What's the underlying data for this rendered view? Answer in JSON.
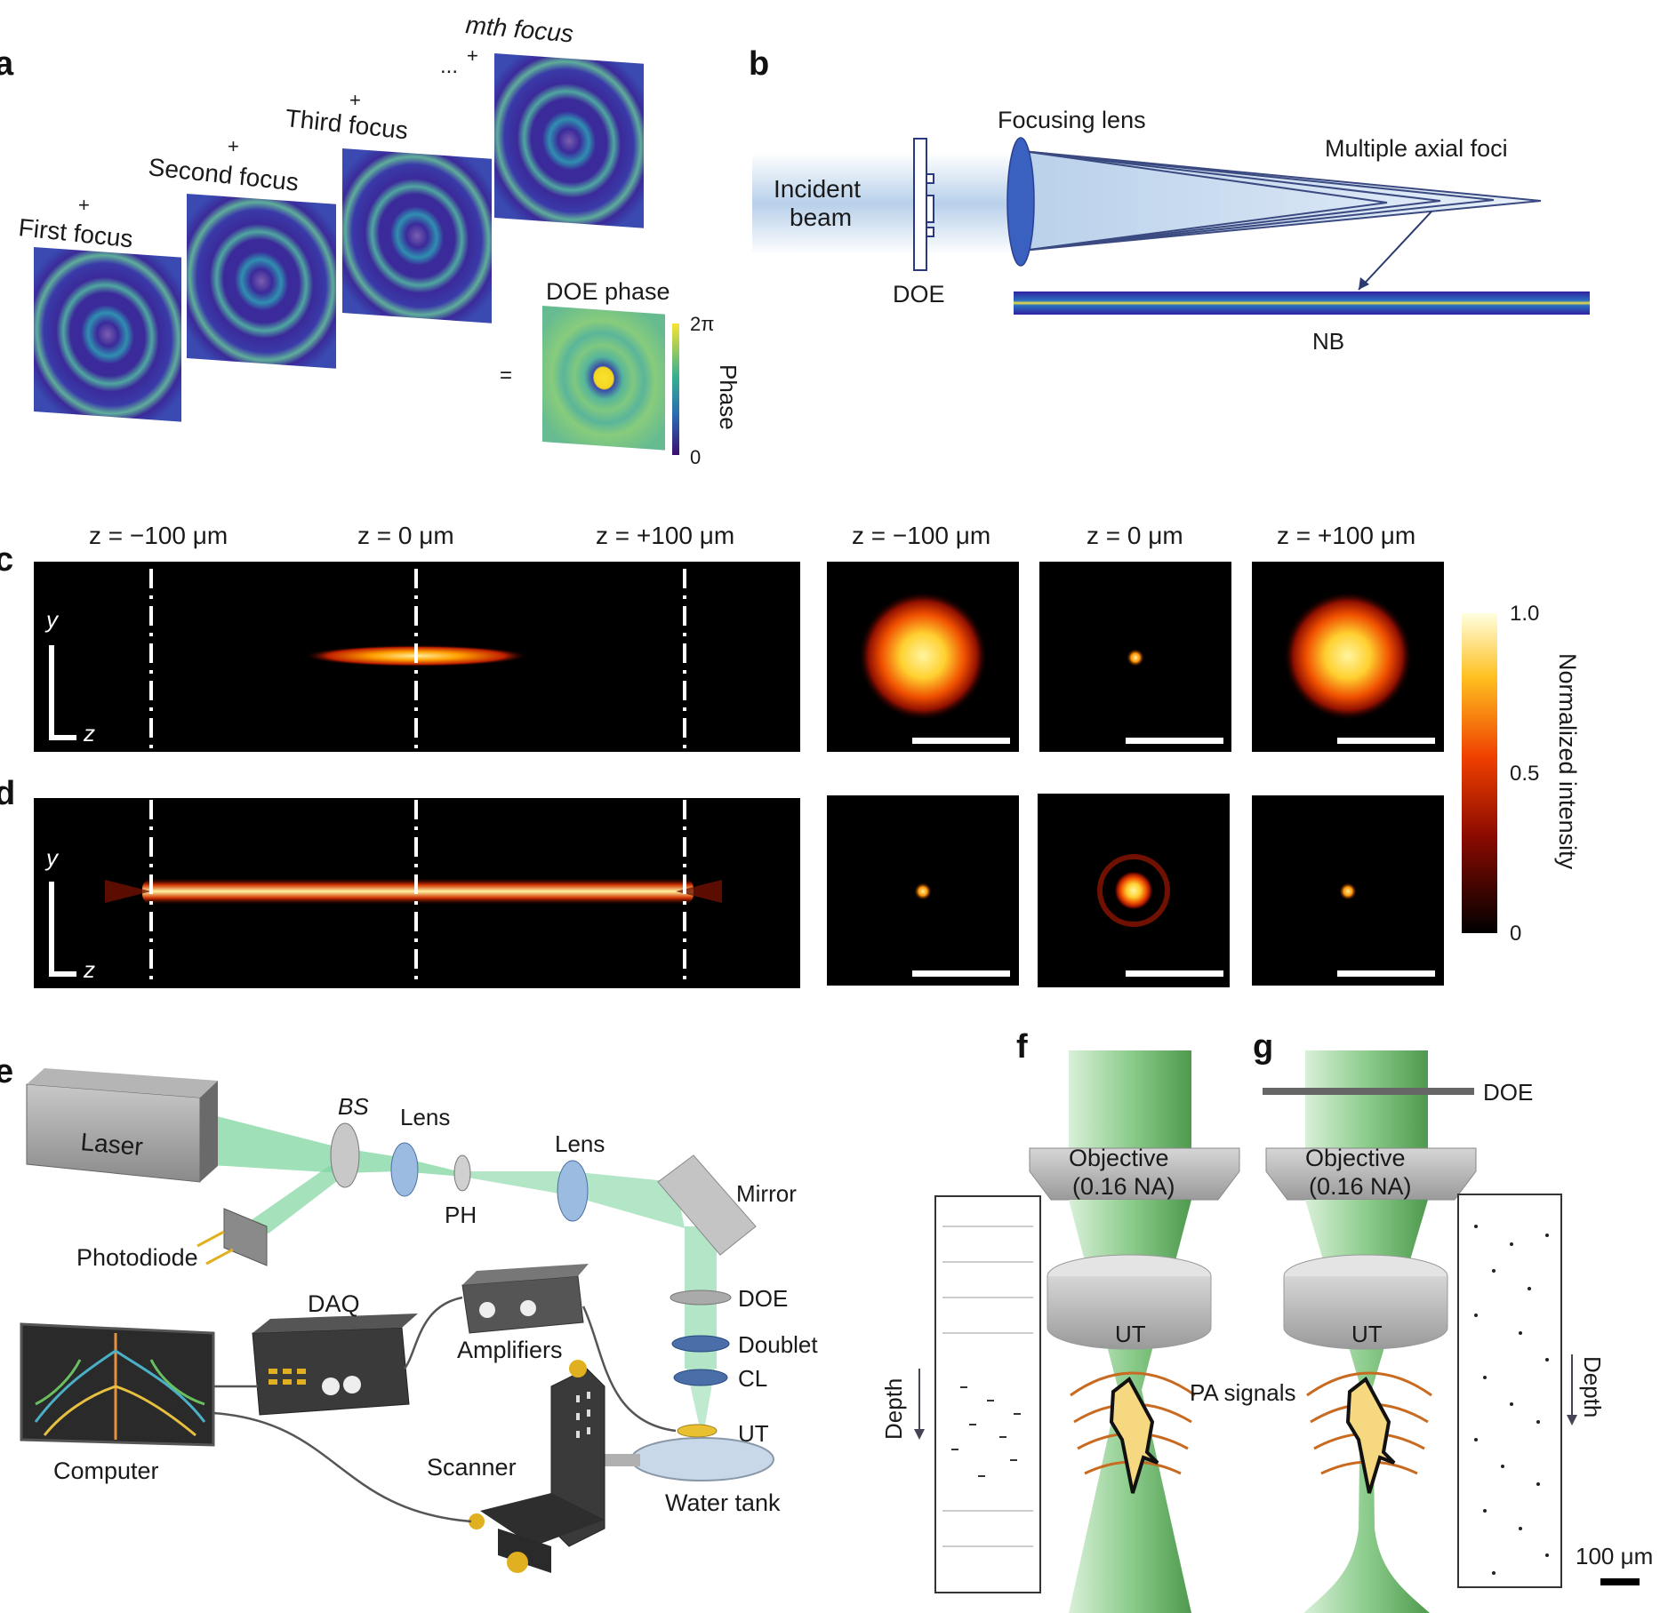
{
  "panels": {
    "a": "a",
    "b": "b",
    "c": "c",
    "d": "d",
    "e": "e",
    "f": "f",
    "g": "g"
  },
  "panel_a": {
    "first": "First focus",
    "second": "Second focus",
    "third": "Third focus",
    "mth": "mth focus",
    "plus": "+",
    "dots": "...",
    "equals": "=",
    "doe_phase": "DOE phase",
    "cb_max": "2π",
    "cb_min": "0",
    "cb_label": "Phase"
  },
  "panel_b": {
    "incident_1": "Incident",
    "incident_2": "beam",
    "doe": "DOE",
    "focusing_lens": "Focusing lens",
    "multiple_axial_foci": "Multiple axial foci",
    "nb": "NB"
  },
  "panel_cd": {
    "z_left": "z = −100 μm",
    "z_mid": "z = 0 μm",
    "z_right": "z = +100 μm",
    "y": "y",
    "z": "z",
    "cb_max": "1.0",
    "cb_mid": "0.5",
    "cb_min": "0",
    "cb_label": "Normalized intensity"
  },
  "panel_e": {
    "laser": "Laser",
    "bs": "BS",
    "lens1": "Lens",
    "lens2": "Lens",
    "ph": "PH",
    "mirror": "Mirror",
    "photodiode": "Photodiode",
    "daq": "DAQ",
    "amplifiers": "Amplifiers",
    "doe": "DOE",
    "doublet": "Doublet",
    "cl": "CL",
    "ut": "UT",
    "computer": "Computer",
    "scanner": "Scanner",
    "water_tank": "Water tank"
  },
  "panel_fg": {
    "objective_1": "Objective",
    "objective_2": "(0.16 NA)",
    "ut": "UT",
    "pa_signals": "PA signals",
    "depth": "Depth",
    "doe": "DOE",
    "scale": "100 μm"
  },
  "colors": {
    "hot_dark": "#1a0500",
    "hot_mid": "#e03000",
    "hot_bright": "#ffe850",
    "beam_green": "#7fd6a0",
    "phase_purple": "#3b2a9a"
  }
}
